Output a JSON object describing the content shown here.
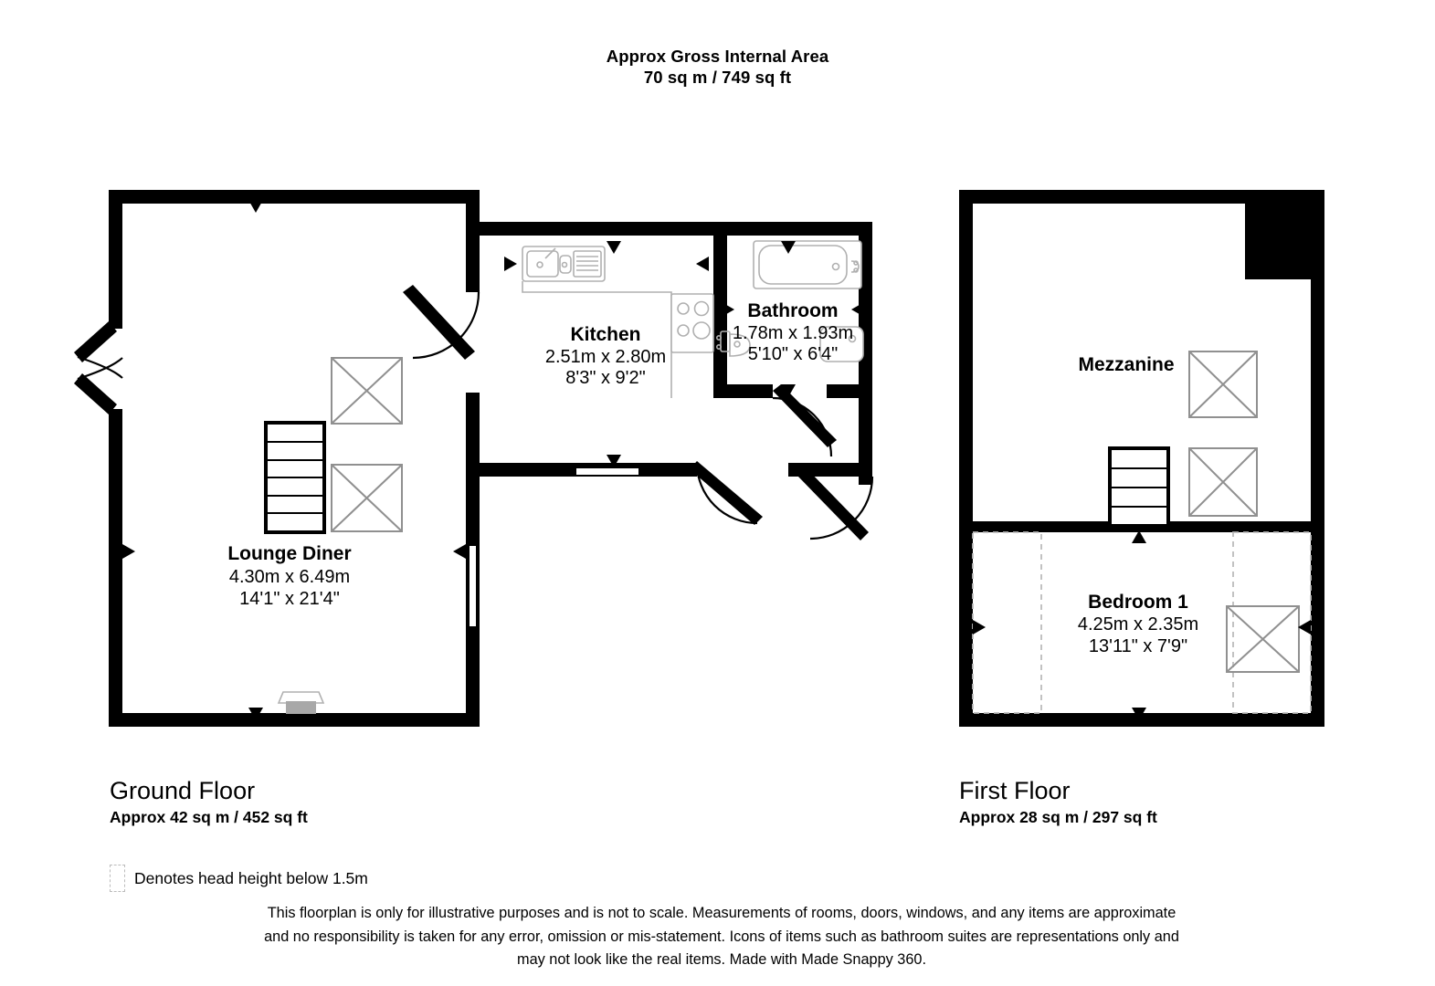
{
  "header": {
    "line1": "Approx Gross Internal Area",
    "line2": "70 sq m / 749 sq ft"
  },
  "floors": [
    {
      "id": "ground",
      "name": "Ground Floor",
      "area": "Approx 42 sq m / 452 sq ft",
      "rooms": [
        {
          "name": "Lounge Diner",
          "dim_metric": "4.30m x 6.49m",
          "dim_imperial": "14'1\" x 21'4\""
        },
        {
          "name": "Kitchen",
          "dim_metric": "2.51m x 2.80m",
          "dim_imperial": "8'3\" x 9'2\""
        },
        {
          "name": "Bathroom",
          "dim_metric": "1.78m x 1.93m",
          "dim_imperial": "5'10\" x 6'4\""
        }
      ]
    },
    {
      "id": "first",
      "name": "First Floor",
      "area": "Approx 28 sq m / 297 sq ft",
      "rooms": [
        {
          "name": "Mezzanine",
          "dim_metric": "",
          "dim_imperial": ""
        },
        {
          "name": "Bedroom 1",
          "dim_metric": "4.25m x 2.35m",
          "dim_imperial": "13'11\" x 7'9\""
        }
      ]
    }
  ],
  "legend": {
    "text": "Denotes head height below 1.5m"
  },
  "disclaimer": {
    "line1": "This floorplan is only for illustrative purposes and is not to scale. Measurements of rooms, doors, windows, and any items are approximate",
    "line2": "and no responsibility is taken for any error, omission or mis-statement. Icons of items such as bathroom suites are representations only and",
    "line3": "may not look like the real items. Made with Made Snappy 360."
  },
  "colors": {
    "wall": "#000000",
    "fixture": "#b0b0b0",
    "void": "#909090",
    "dashed": "#bbbbbb",
    "background": "#ffffff"
  }
}
